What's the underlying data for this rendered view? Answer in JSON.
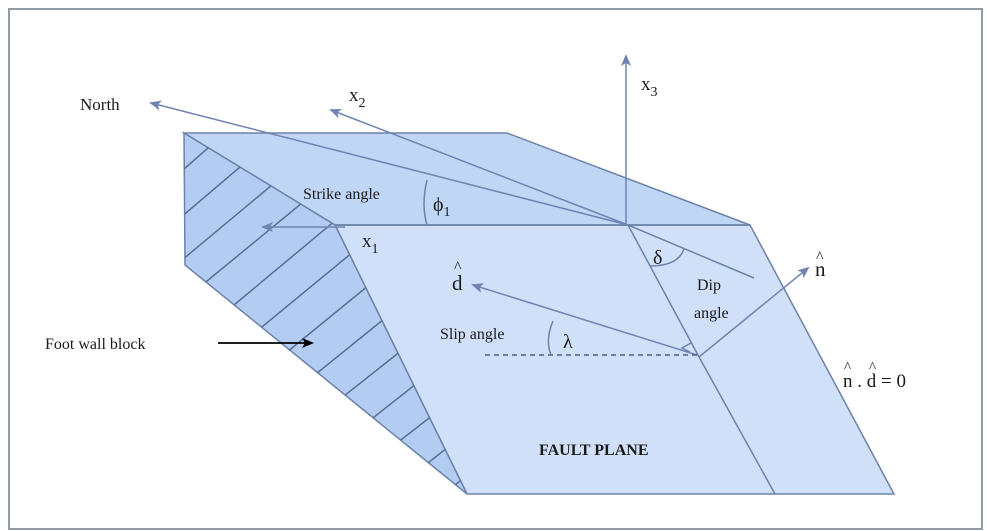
{
  "labels": {
    "north": "North",
    "x2_base": "x",
    "x2_sub": "2",
    "x3_base": "x",
    "x3_sub": "3",
    "x1_base": "x",
    "x1_sub": "1",
    "strike_angle": "Strike angle",
    "phi_base": "ϕ",
    "phi_sub": "1",
    "delta": "δ",
    "dip_line1": "Dip",
    "dip_line2": "angle",
    "d_hat": "d",
    "n_hat": "n",
    "hat_mark": "^",
    "slip_angle": "Slip angle",
    "lambda": "λ",
    "foot_wall_block": "Foot wall block",
    "equation": "n . d = 0",
    "fault_plane": "FAULT PLANE"
  },
  "colors": {
    "face_fill": "#cfe0f8",
    "top_fill": "#c0d6f5",
    "side_fill": "#b3cdf2",
    "line": "#6d82a8",
    "arrow": "#7183b3",
    "frame": "#8f9ba5"
  }
}
